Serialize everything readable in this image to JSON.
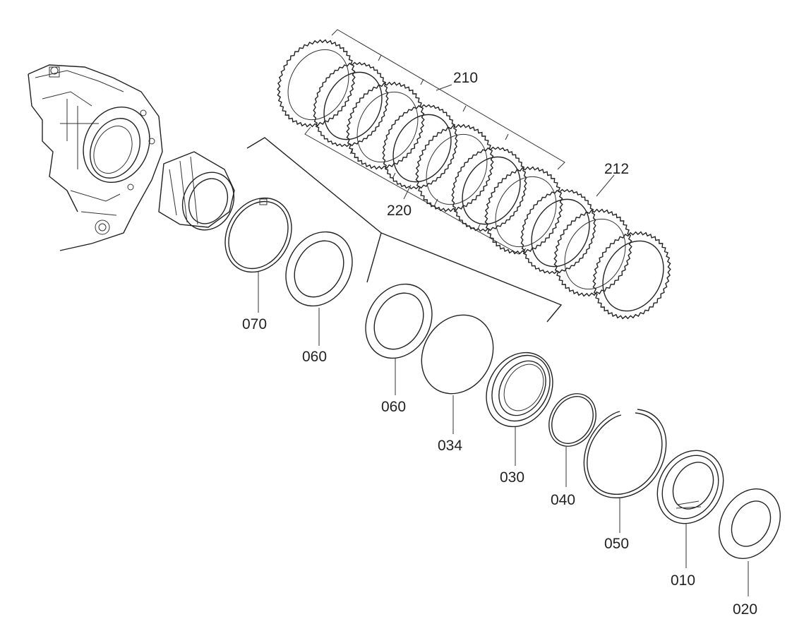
{
  "callouts": {
    "c210": "210",
    "c212": "212",
    "c220": "220",
    "c070": "070",
    "c060a": "060",
    "c060b": "060",
    "c034": "034",
    "c030": "030",
    "c040": "040",
    "c050": "050",
    "c010": "010",
    "c020": "020"
  },
  "colors": {
    "line": "#222222",
    "hatch": "#555555",
    "background": "#ffffff"
  }
}
